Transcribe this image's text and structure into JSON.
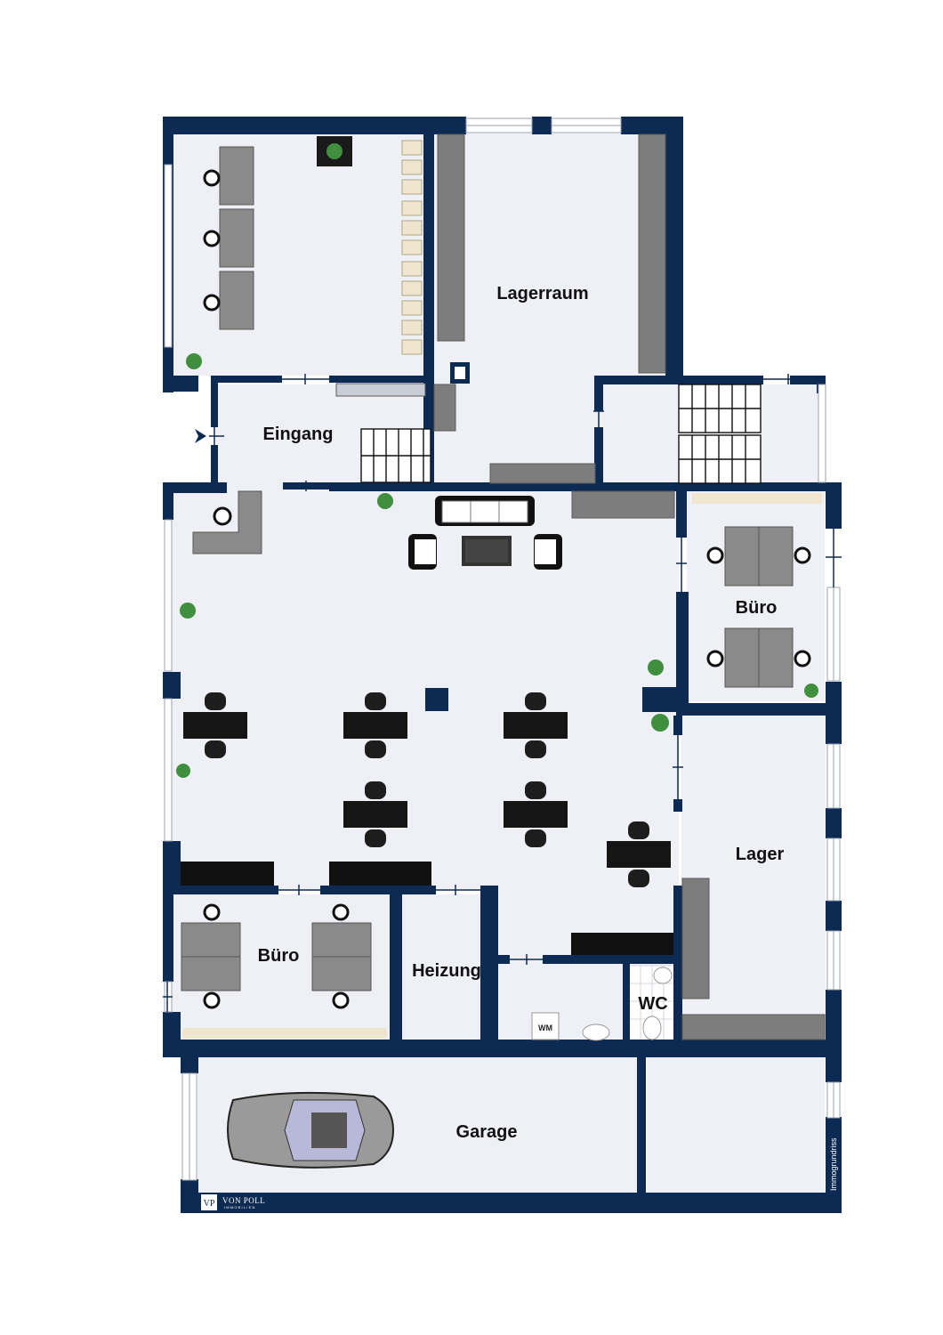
{
  "colors": {
    "wall": "#0d2a52",
    "floor": "#eef0f5",
    "window": "#ffffff",
    "furniture_dark": "#111111",
    "furniture_grey": "#8a8a8a",
    "shelf_grey": "#7d7d7d",
    "plant": "#3f8f3f"
  },
  "rooms": {
    "lagerraum": "Lagerraum",
    "eingang": "Eingang",
    "buero_right": "Büro",
    "lager": "Lager",
    "buero_left": "Büro",
    "heizung": "Heizung",
    "wc": "WC",
    "garage": "Garage"
  },
  "appliances": {
    "washing_machine": "WM"
  },
  "branding": {
    "logo_monogram": "VP",
    "logo_name": "VON POLL",
    "logo_sub": "IMMOBILIEN",
    "credit": "Immogrundriss"
  },
  "icons": [
    "entrance-arrow-icon",
    "plant-icon",
    "car-icon",
    "desk-icon",
    "chair-icon",
    "stair-icon",
    "sofa-icon",
    "shelf-icon",
    "toilet-icon",
    "sink-icon"
  ]
}
